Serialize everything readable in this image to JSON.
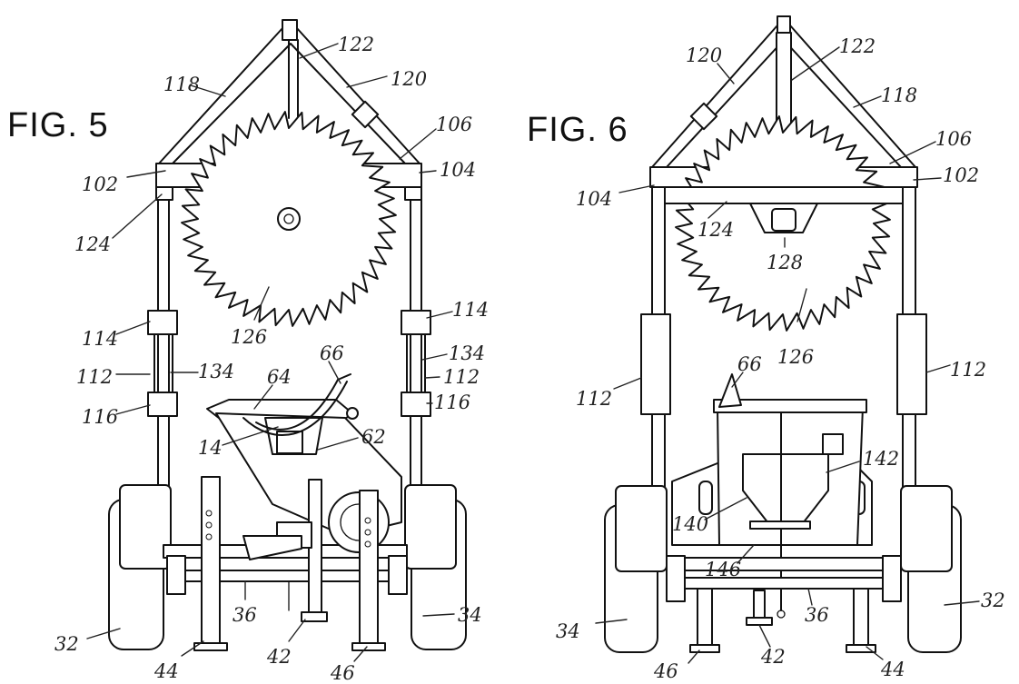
{
  "figures": [
    {
      "title": "FIG. 5",
      "labels": [
        "122",
        "118",
        "120",
        "106",
        "102",
        "104",
        "124",
        "126",
        "114",
        "114",
        "112",
        "134",
        "134",
        "112",
        "116",
        "116",
        "66",
        "64",
        "14",
        "62",
        "32",
        "36",
        "34",
        "44",
        "42",
        "46"
      ]
    },
    {
      "title": "FIG. 6",
      "labels": [
        "120",
        "122",
        "118",
        "106",
        "104",
        "102",
        "124",
        "128",
        "126",
        "112",
        "112",
        "66",
        "142",
        "140",
        "146",
        "34",
        "46",
        "42",
        "36",
        "44",
        "32"
      ]
    }
  ]
}
